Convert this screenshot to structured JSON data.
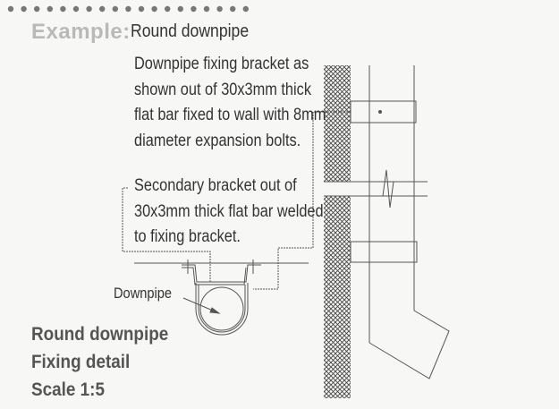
{
  "header": {
    "prefix": "Example:",
    "title": "Round downpipe"
  },
  "notes": {
    "fixing_bracket": [
      "Downpipe fixing bracket as",
      "shown out of 30x3mm thick",
      "flat bar fixed to wall with 8mm",
      "diameter expansion bolts."
    ],
    "secondary_bracket": [
      "Secondary bracket out of",
      "30x3mm thick flat bar welded",
      "to fixing bracket."
    ],
    "downpipe_label": "Downpipe"
  },
  "caption": {
    "line1": "Round downpipe",
    "line2": "Fixing detail",
    "line3": "Scale 1:5"
  },
  "colors": {
    "ink": "#333333",
    "dots": "#777777",
    "prefix": "#b9b9b9"
  }
}
